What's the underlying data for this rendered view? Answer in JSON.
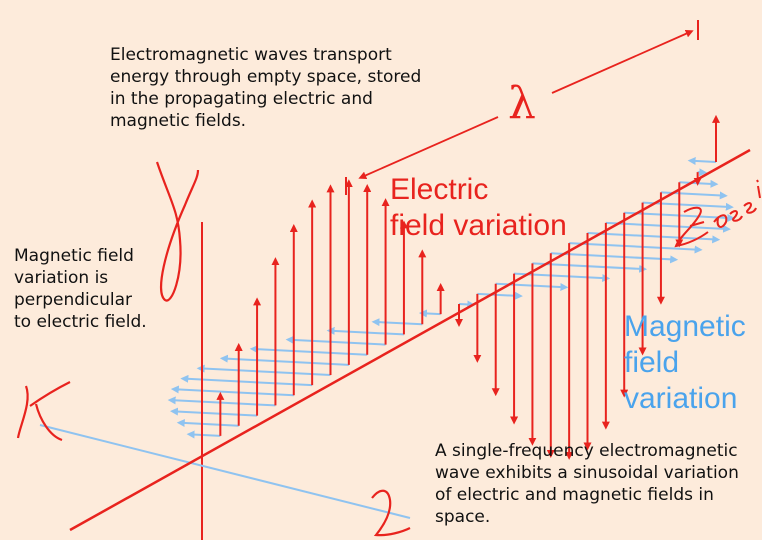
{
  "captions": {
    "top": "Electromagnetic waves transport\nenergy through empty space, stored\nin the propagating electric and\nmagnetic fields.",
    "left": "Magnetic field\nvariation is\nperpendicular\nto electric field.",
    "bottom": "A single-frequency electromagnetic\nwave exhibits a sinusoidal variation\nof electric and magnetic fields in\nspace."
  },
  "labels": {
    "electric": "Electric\nfield variation",
    "magnetic": "Magnetic\nfield\nvariation",
    "wavelength": "λ"
  },
  "colors": {
    "background": "#fdebdb",
    "electric": "#e8231e",
    "magnetic": "#8fc3f0",
    "axis": "#e8231e",
    "ink": "#111111"
  }
}
